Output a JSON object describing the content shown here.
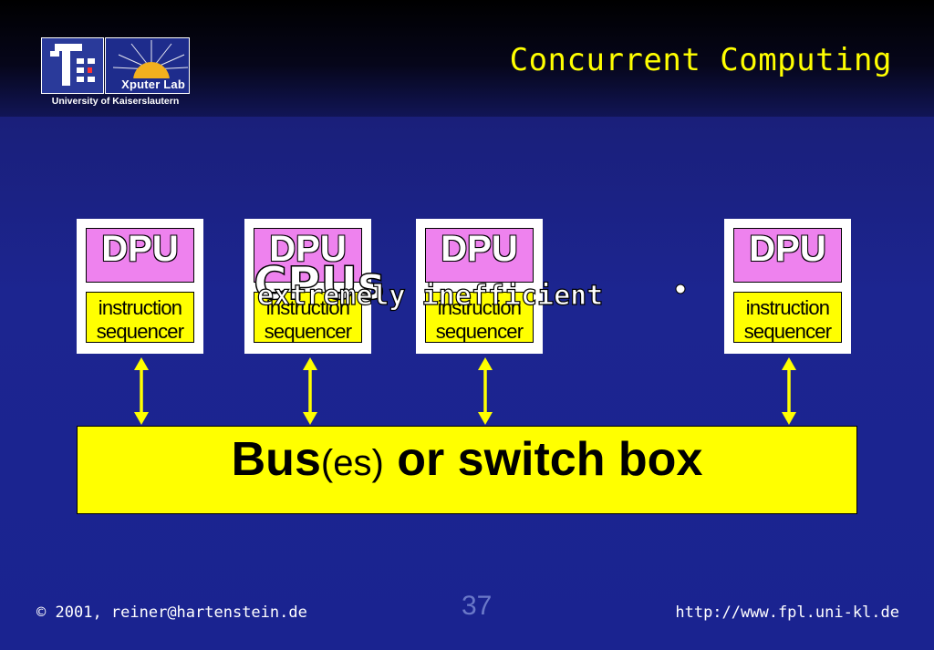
{
  "header": {
    "title": "Concurrent Computing",
    "logo": {
      "lab": "Xputer Lab",
      "university": "University of Kaiserslautern"
    }
  },
  "diagram": {
    "units": [
      {
        "dpu": "DPU",
        "seq_line1": "instruction",
        "seq_line2": "sequencer"
      },
      {
        "dpu": "DPU",
        "seq_line1": "instruction",
        "seq_line2": "sequencer"
      },
      {
        "dpu": "DPU",
        "seq_line1": "instruction",
        "seq_line2": "sequencer"
      },
      {
        "dpu": "DPU",
        "seq_line1": "instruction",
        "seq_line2": "sequencer"
      }
    ],
    "bus": {
      "part1": "Bus",
      "part2": "(es)",
      "part3": " or switch box"
    },
    "overlay": {
      "line1": "CPUs",
      "line2": "extremely inefficient"
    }
  },
  "colors": {
    "title": "#ffff00",
    "dpu": "#ee82ee",
    "sequencer": "#ffff00",
    "bus": "#ffff00"
  },
  "footer": {
    "copyright": "©",
    "year_email": "2001, reiner@hartenstein.de",
    "page_number": "37",
    "url": "http://www.fpl.uni-kl.de"
  }
}
